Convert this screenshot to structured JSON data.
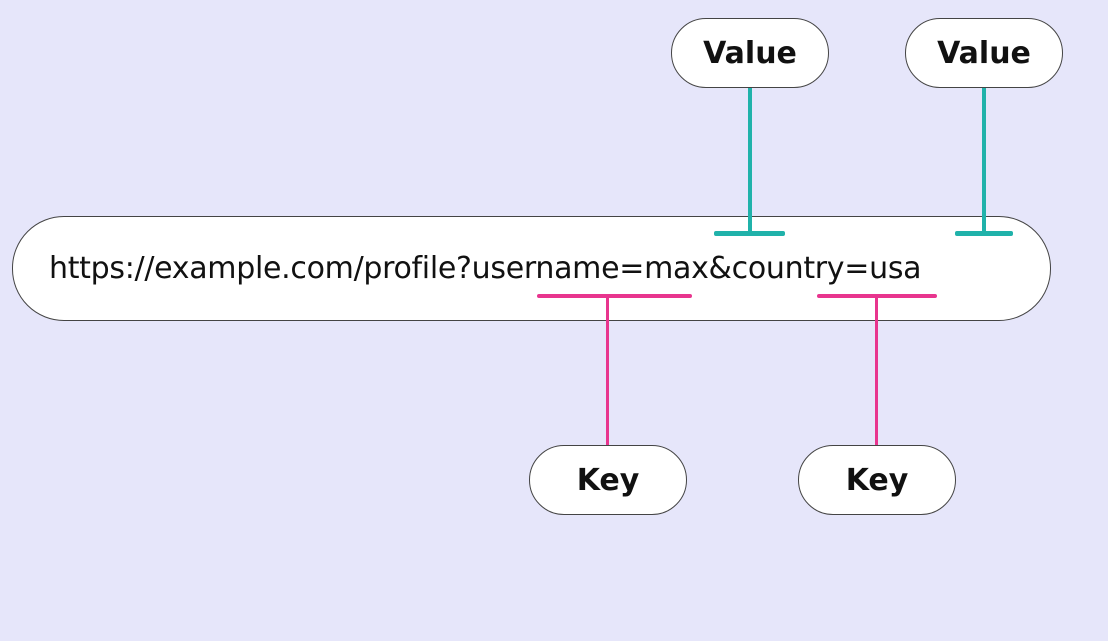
{
  "diagram": {
    "url": "https://example.com/profile?username=max&country=usa",
    "labels": {
      "value_1": "Value",
      "value_2": "Value",
      "key_1": "Key",
      "key_2": "Key"
    },
    "colors": {
      "background": "#e6e6fa",
      "value_connector": "#20b2aa",
      "key_connector": "#e8358e",
      "pill_fill": "#ffffff",
      "pill_border": "#444444"
    },
    "annotations": [
      {
        "type": "Value",
        "target": "max"
      },
      {
        "type": "Value",
        "target": "usa"
      },
      {
        "type": "Key",
        "target": "username"
      },
      {
        "type": "Key",
        "target": "country"
      }
    ]
  }
}
